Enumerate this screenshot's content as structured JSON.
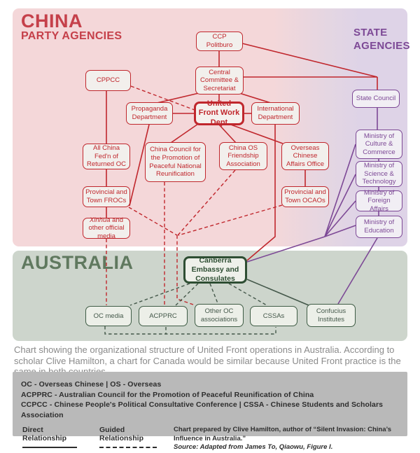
{
  "titles": {
    "china": "CHINA",
    "china_sub": "PARTY AGENCIES",
    "state_line1": "STATE",
    "state_line2": "AGENCIES",
    "australia": "AUSTRALIA"
  },
  "nodes": {
    "ccp_politburo": "CCP Politburo",
    "central_committee": "Central Committee & Secretariat",
    "cppcc": "CPPCC",
    "propaganda": "Propaganda Department",
    "ufwd": "United Front Work Dept",
    "international": "International Department",
    "state_council": "State Council",
    "all_china_fedn": "All China Fed'n of Returned OC",
    "china_council": "China Council for the Promotion of Peaceful National Reunification",
    "china_os": "China OS Friendship Association",
    "ocao": "Overseas Chinese Affairs Office",
    "prov_frocs": "Provincial and Town FROCs",
    "prov_ocaos": "Provincial and Town OCAOs",
    "xinhua_italic": "Xinhua",
    "xinhua_rest": " and other official media",
    "min_culture": "Ministry of Culture & Commerce",
    "min_science": "Ministry of Science & Technology",
    "min_foreign": "Ministry of Foreign Affairs",
    "min_education": "Ministry of Education",
    "embassy": "Canberra Embassy and Consulates",
    "oc_media": "OC media",
    "acpprc": "ACPPRC",
    "other_oc": "Other OC associations",
    "cssas": "CSSAs",
    "confucius": "Confucius Institutes"
  },
  "edges": [
    {
      "from": "ccp_politburo",
      "to": "central_committee",
      "type": "direct"
    },
    {
      "from": "ccp_politburo",
      "to": "state_council",
      "type": "direct"
    },
    {
      "from": "central_committee",
      "to": "state_council",
      "type": "direct"
    },
    {
      "from": "central_committee",
      "to": "ufwd",
      "type": "direct"
    },
    {
      "from": "central_committee",
      "to": "propaganda",
      "type": "direct"
    },
    {
      "from": "central_committee",
      "to": "international",
      "type": "direct"
    },
    {
      "from": "propaganda",
      "to": "ufwd",
      "type": "direct"
    },
    {
      "from": "ufwd",
      "to": "international",
      "type": "direct"
    },
    {
      "from": "cppcc",
      "to": "ufwd",
      "type": "guided"
    },
    {
      "from": "cppcc",
      "to": "all_china_fedn",
      "type": "direct"
    },
    {
      "from": "all_china_fedn",
      "to": "prov_frocs",
      "type": "direct"
    },
    {
      "from": "prov_frocs",
      "to": "xinhua",
      "type": "direct"
    },
    {
      "from": "propaganda",
      "to": "prov_frocs",
      "type": "direct"
    },
    {
      "from": "ufwd",
      "to": "china_council",
      "type": "direct"
    },
    {
      "from": "ufwd",
      "to": "china_os",
      "type": "direct"
    },
    {
      "from": "ufwd",
      "to": "ocao",
      "type": "direct"
    },
    {
      "from": "ocao",
      "to": "prov_ocaos",
      "type": "direct"
    },
    {
      "from": "international",
      "to": "embassy",
      "type": "direct"
    },
    {
      "from": "prov_frocs",
      "to": "guided_junction",
      "type": "guided"
    },
    {
      "from": "china_council",
      "to": "acpprc",
      "type": "guided"
    },
    {
      "from": "china_os",
      "to": "guided_junction",
      "type": "guided"
    },
    {
      "from": "prov_ocaos",
      "to": "guided_junction",
      "type": "guided"
    },
    {
      "from": "guided_junction",
      "to": "other_oc",
      "type": "guided"
    },
    {
      "from": "xinhua",
      "to": "oc_media",
      "type": "guided"
    },
    {
      "from": "state_council",
      "to": "min_culture",
      "type": "direct"
    },
    {
      "from": "min_culture",
      "to": "min_science",
      "type": "direct"
    },
    {
      "from": "min_science",
      "to": "min_foreign",
      "type": "direct"
    },
    {
      "from": "min_foreign",
      "to": "min_education",
      "type": "direct"
    },
    {
      "from": "min_culture",
      "to": "embassy",
      "type": "direct"
    },
    {
      "from": "min_science",
      "to": "embassy",
      "type": "direct"
    },
    {
      "from": "min_foreign",
      "to": "embassy",
      "type": "direct"
    },
    {
      "from": "min_education",
      "to": "embassy",
      "type": "direct"
    },
    {
      "from": "min_education",
      "to": "confucius",
      "type": "direct"
    },
    {
      "from": "embassy",
      "to": "oc_media",
      "type": "guided"
    },
    {
      "from": "embassy",
      "to": "acpprc",
      "type": "guided"
    },
    {
      "from": "embassy",
      "to": "other_oc",
      "type": "guided"
    },
    {
      "from": "embassy",
      "to": "cssas",
      "type": "guided"
    },
    {
      "from": "embassy",
      "to": "confucius",
      "type": "direct"
    },
    {
      "from": "oc_media",
      "to": "cssas",
      "type": "guided"
    }
  ],
  "caption": "Chart showing the organizational structure of United Front operations in Australia. According to scholar Clive Hamilton, a chart for Canada would be similar because United Front practice is the same in both countries.",
  "legend": {
    "abbr1": "OC - Overseas Chinese   |   OS - Overseas",
    "abbr2": "ACPPRC - Australian Council for the Promotion of Peaceful Reunification of China",
    "abbr3": "CCPCC - Chinese People's Political Consultative Conference   |   CSSA - Chinese Students and Scholars Association",
    "direct_label": "Direct Relationship",
    "guided_label": "Guided Relationship",
    "credit": "Chart prepared by Clive Hamilton, author of “Silent Invasion: China’s Influence in Australia.”",
    "source": "Source: Adapted from James To, Qiaowu, Figure I."
  },
  "colors": {
    "party_red": "#c0272d",
    "state_purple": "#7d4996",
    "australia_green": "#44584a"
  }
}
